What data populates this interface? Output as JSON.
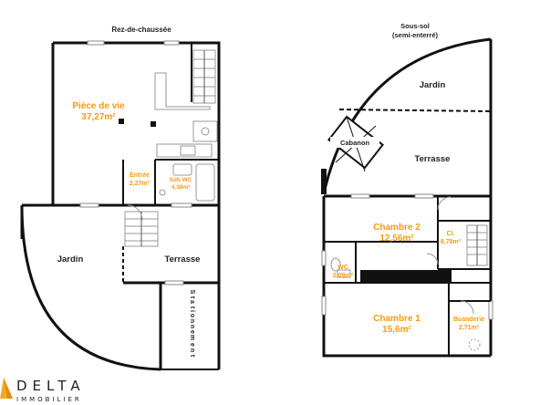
{
  "ground_floor": {
    "title": "Rez-de-chaussée",
    "living_room": {
      "name": "Pièce de vie",
      "area": "37,27m²"
    },
    "entry": {
      "name": "Entrée",
      "area": "2,27m²"
    },
    "bathroom": {
      "name": "Sdb WC",
      "area": "4,38m²"
    },
    "garden": "Jardin",
    "terrace": "Terrasse",
    "parking_letters": [
      "S",
      "t",
      "a",
      "t",
      "i",
      "o",
      "n",
      "n",
      "e",
      "m",
      "e",
      "n",
      "t"
    ]
  },
  "basement": {
    "title_line1": "Sous-sol",
    "title_line2": "(semi-enterré)",
    "garden": "Jardin",
    "shed": "Cabanon",
    "terrace": "Terrasse",
    "bedroom2": {
      "name": "Chambre 2",
      "area": "12,56m²"
    },
    "closet": {
      "name": "Cl.",
      "area": "8,78m²"
    },
    "wc": {
      "name": "WC",
      "area": "2,09m²"
    },
    "bedroom1": {
      "name": "Chambre 1",
      "area": "15,6m²"
    },
    "laundry": {
      "name": "Buanderie",
      "area": "2,71m²"
    }
  },
  "logo": {
    "brand": "DELTA",
    "sub": "IMMOBILIER"
  },
  "colors": {
    "wall": "#111111",
    "room_label": "#f39c12",
    "logo_accent": "#f5a623"
  }
}
